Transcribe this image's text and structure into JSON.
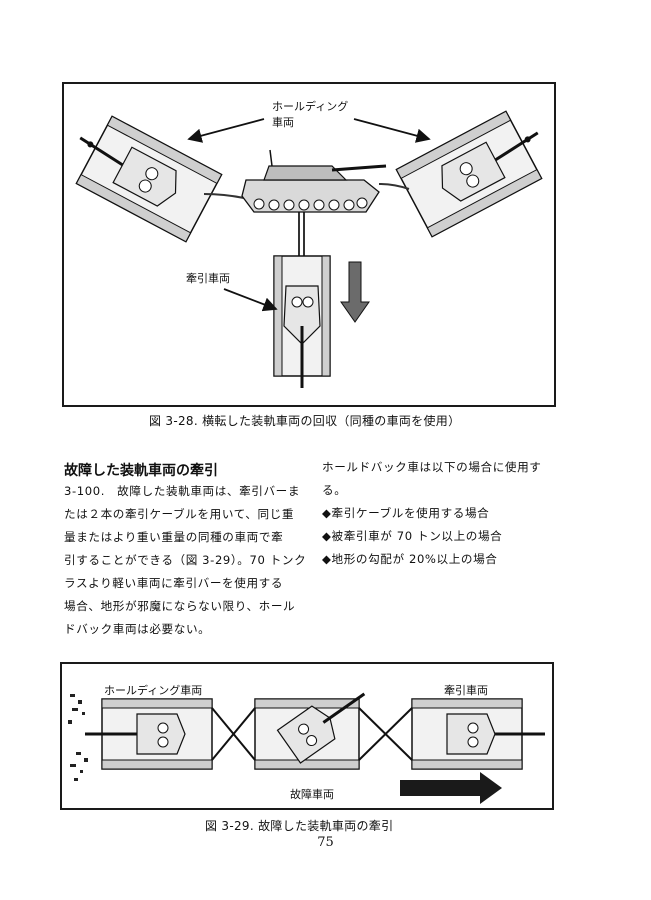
{
  "figure1": {
    "label_holding": [
      "ホールディング",
      "車両"
    ],
    "label_towing": "牽引車両",
    "caption": "図 3-28. 横転した装軌車両の回収（同種の車両を使用）"
  },
  "section": {
    "title": "故障した装軌車両の牽引",
    "paragraph_lines": [
      "3-100.　故障した装軌車両は、牽引バーま",
      "たは２本の牽引ケーブルを用いて、同じ重",
      "量またはより重い重量の同種の車両で牽",
      "引することができる（図 3-29）。70 トンク",
      "ラスより軽い車両に牽引バーを使用する",
      "場合、地形が邪魔にならない限り、ホール",
      "ドバック車両は必要ない。"
    ],
    "right_intro_lines": [
      "ホールドバック車は以下の場合に使用す",
      "る。"
    ],
    "bullets": [
      "◆牽引ケーブルを使用する場合",
      "◆被牽引車が 70 トン以上の場合",
      "◆地形の勾配が 20%以上の場合"
    ]
  },
  "figure2": {
    "label_holding": "ホールディング車両",
    "label_towing": "牽引車両",
    "label_disabled": "故障車両",
    "caption": "図 3-29. 故障した装軌車両の牽引"
  },
  "page_number": "75"
}
